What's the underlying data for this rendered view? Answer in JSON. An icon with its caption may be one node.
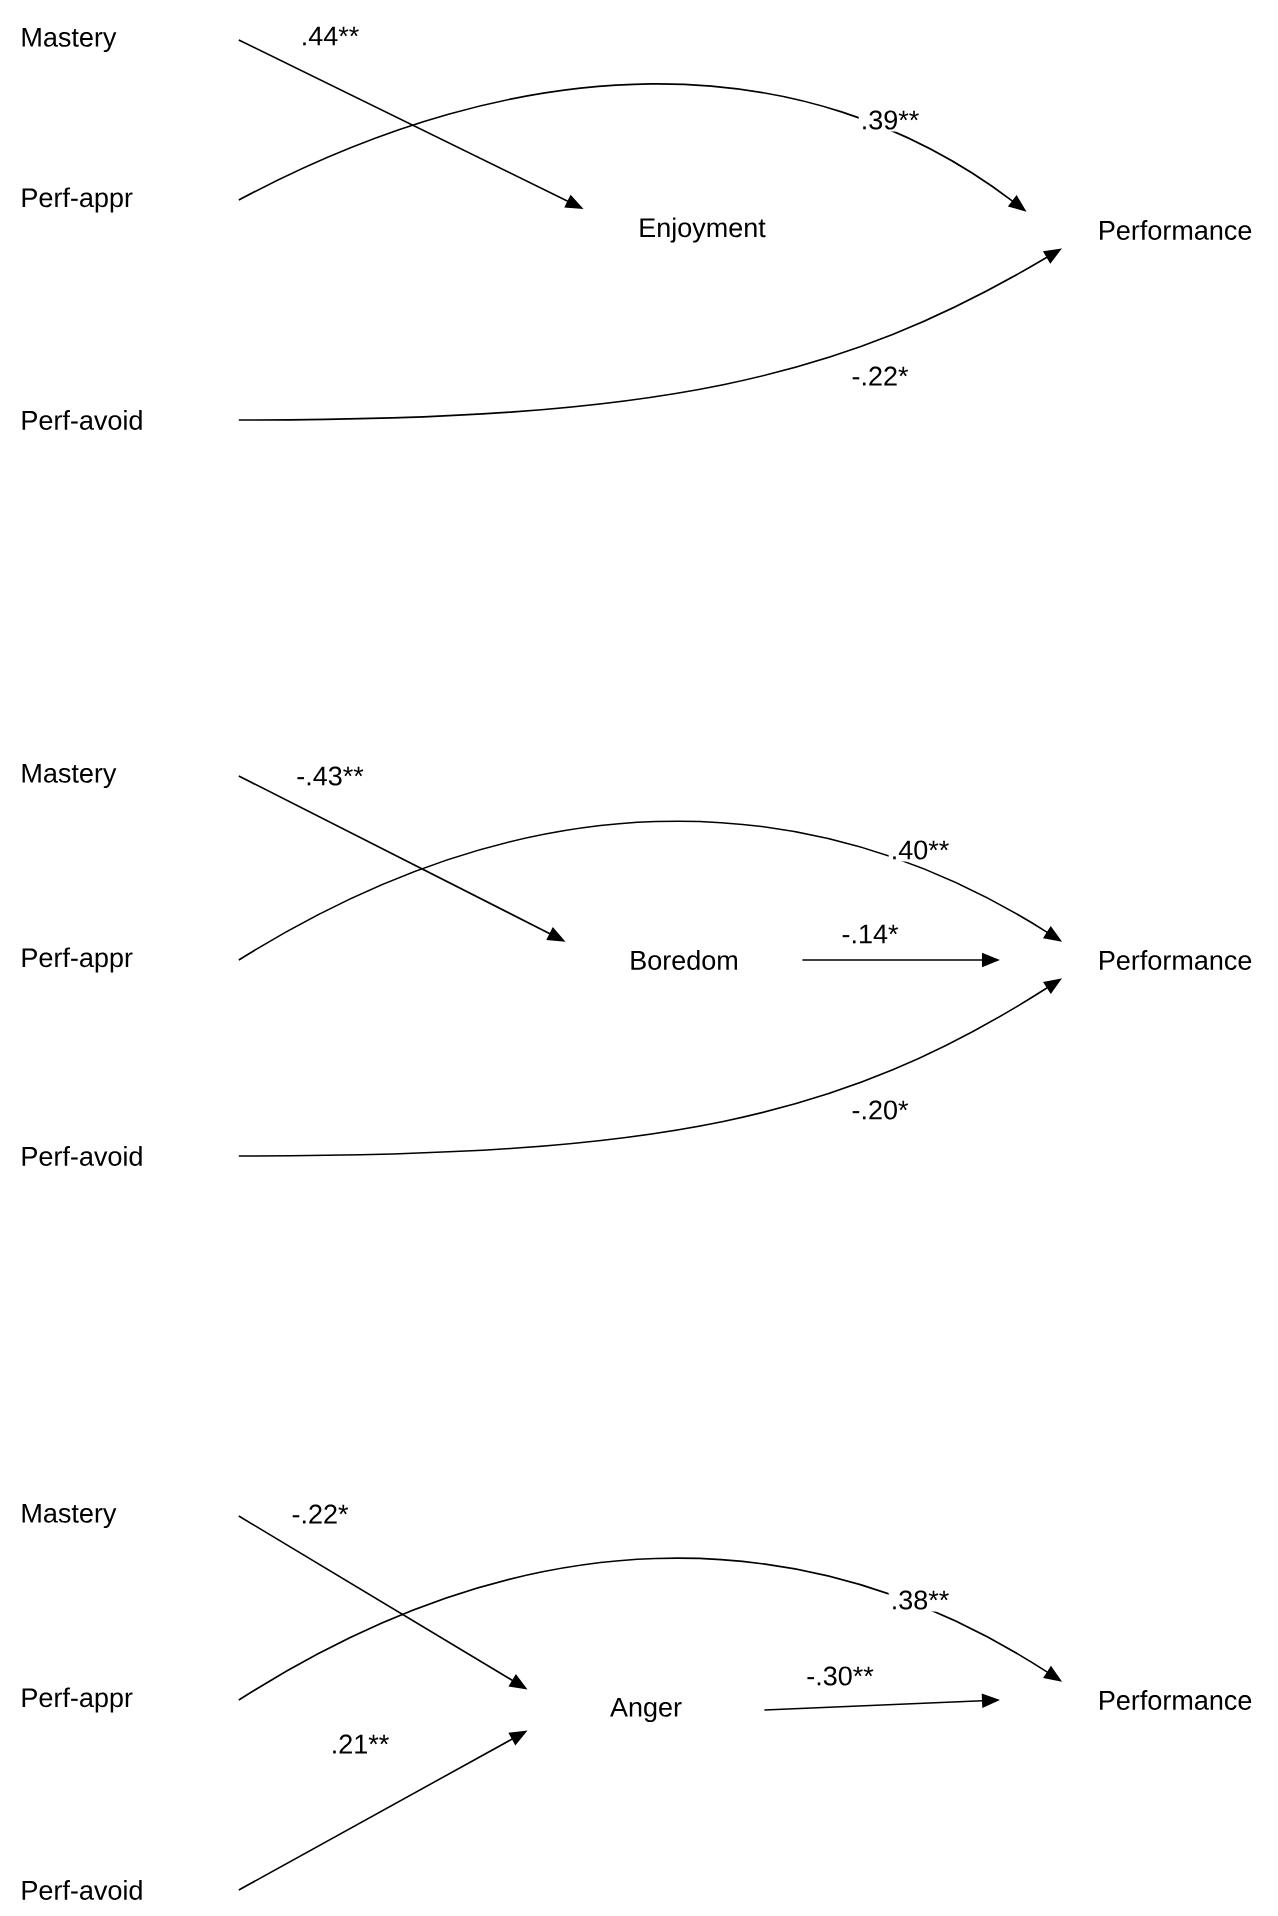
{
  "diagram": {
    "nodes": [
      {
        "text": [
          "Mastery"
        ]
      },
      {
        "text": [
          "Perf-appr"
        ]
      },
      {
        "text": [
          "Enjoyment"
        ]
      },
      {
        "text": [
          "Performance"
        ]
      },
      {
        "text": [
          "Perf-avoid"
        ]
      },
      {
        "text": [
          "Mastery"
        ]
      },
      {
        "text": [
          "Perf-appr"
        ]
      },
      {
        "text": [
          "Boredom"
        ]
      },
      {
        "text": [
          "Performance"
        ]
      },
      {
        "text": [
          "Perf-avoid"
        ]
      },
      {
        "text": [
          "Mastery"
        ]
      },
      {
        "text": [
          "Perf-appr"
        ]
      },
      {
        "text": [
          "Anger"
        ]
      },
      {
        "text": [
          "Performance"
        ]
      },
      {
        "text": [
          "Perf-avoid"
        ]
      }
    ],
    "edges": [
      {
        "from": 0,
        "to": 2,
        "arrow": "to",
        "label": ".44**"
      },
      {
        "from": 1,
        "to": 3,
        "arrow": "to",
        "label": ".39**"
      },
      {
        "from": 4,
        "to": 3,
        "arrow": "to",
        "label": "-.22*"
      },
      {
        "from": 5,
        "to": 7,
        "arrow": "to",
        "label": "-.43**"
      },
      {
        "from": 6,
        "to": 8,
        "arrow": "to",
        "label": ".40**"
      },
      {
        "from": 7,
        "to": 8,
        "arrow": "to",
        "label": "-.14*"
      },
      {
        "from": 9,
        "to": 8,
        "arrow": "to",
        "label": "-.20*"
      },
      {
        "from": 10,
        "to": 12,
        "arrow": "to",
        "label": "-.22*"
      },
      {
        "from": 11,
        "to": 13,
        "arrow": "to",
        "label": ".38**"
      },
      {
        "from": 12,
        "to": 13,
        "arrow": "to",
        "label": "-.30**"
      },
      {
        "from": 14,
        "to": 12,
        "arrow": "to",
        "label": ".21**"
      }
    ]
  }
}
